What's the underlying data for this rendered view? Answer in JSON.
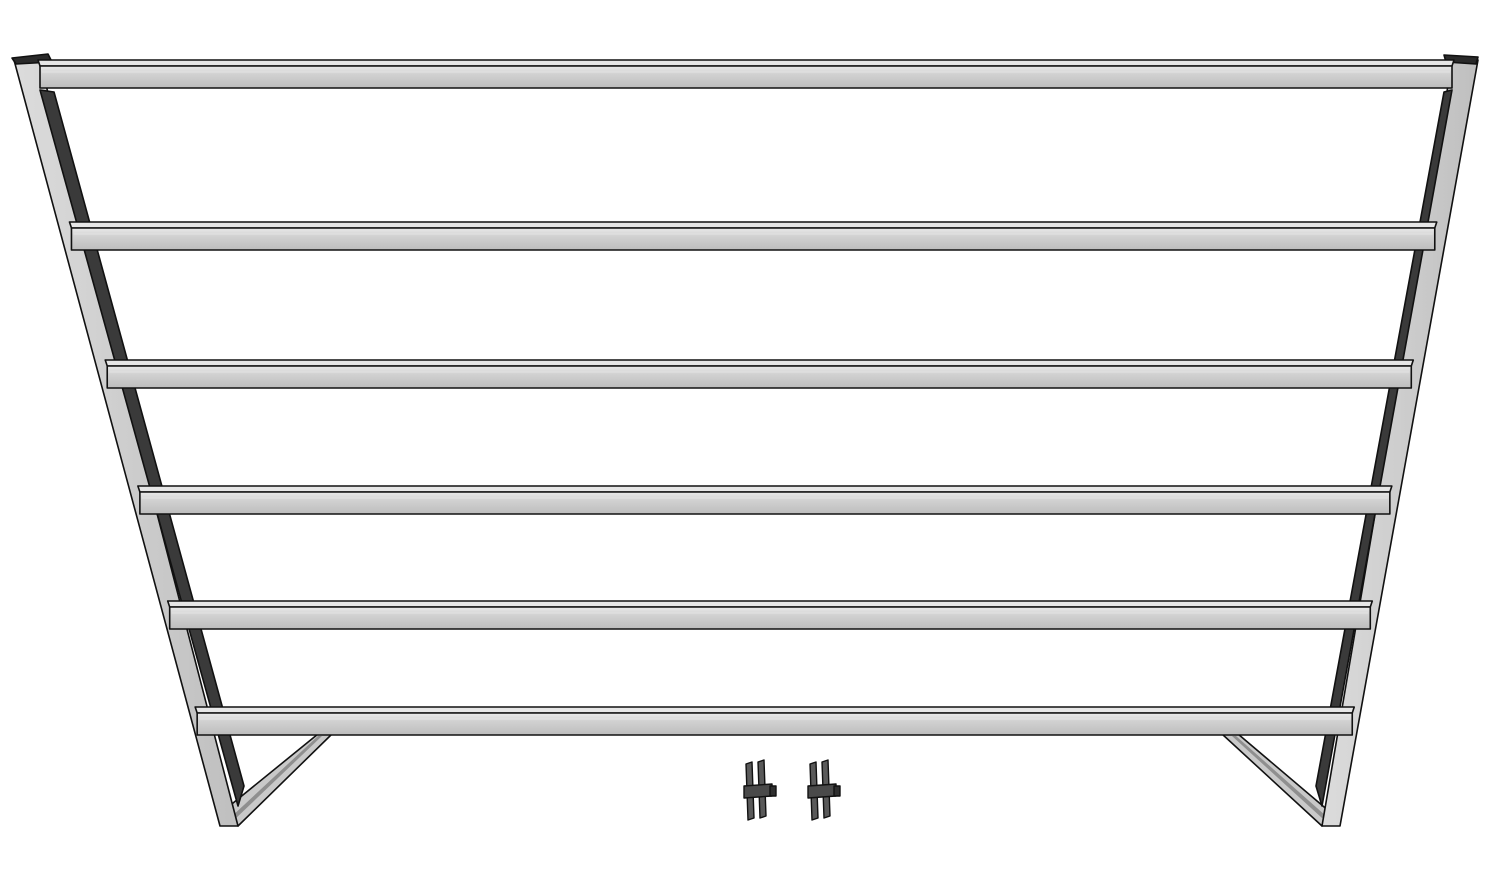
{
  "scene": {
    "subject": "steel-livestock-panel",
    "background_color": "#ffffff",
    "colors": {
      "tube_face": "#c9c9c9",
      "tube_top": "#e6e6e6",
      "tube_shadow": "#8f8f8f",
      "tube_dark": "#3a3a3a",
      "outline": "#111111",
      "cap": "#2a2a2a",
      "pin": "#6a6a6a"
    },
    "rail_count": 6,
    "brace_count": 2,
    "connector_pin_count": 2,
    "icons": [
      "fence-panel-icon",
      "connector-pin-icon"
    ]
  }
}
